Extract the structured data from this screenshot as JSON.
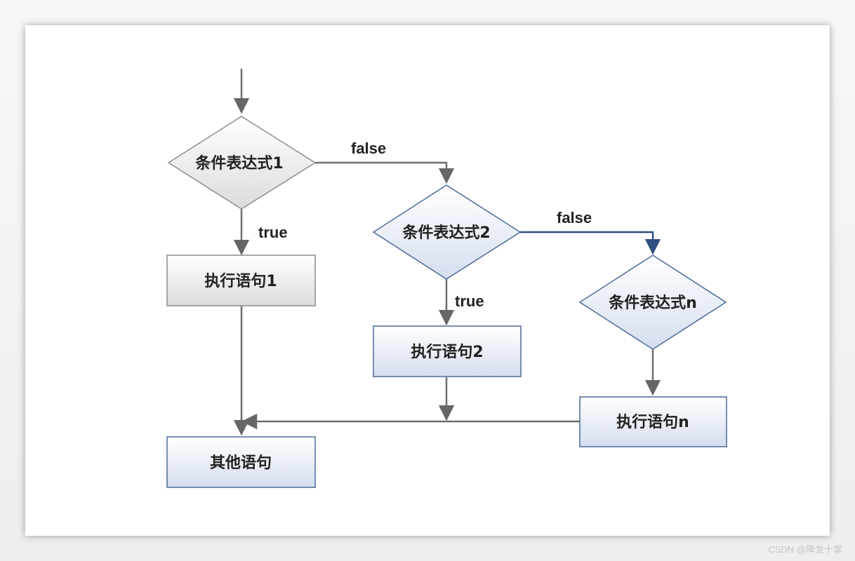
{
  "nodes": {
    "cond1": "条件表达式1",
    "cond2": "条件表达式2",
    "condn": "条件表达式n",
    "stmt1": "执行语句1",
    "stmt2": "执行语句2",
    "stmtn": "执行语句n",
    "other": "其他语句"
  },
  "edges": {
    "false1": "false",
    "false2": "false",
    "true1": "true",
    "true2": "true"
  },
  "watermark": "CSDN @降龙十掌"
}
